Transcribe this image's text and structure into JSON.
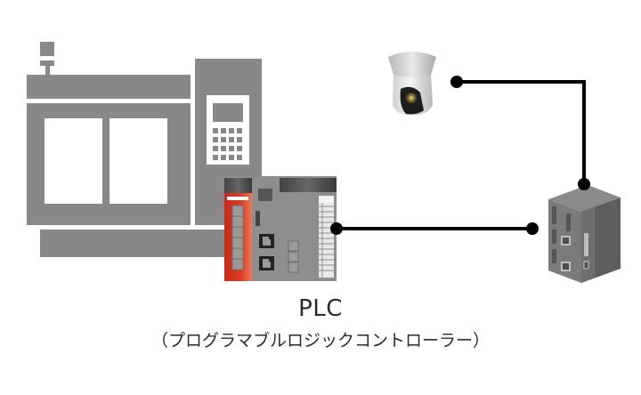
{
  "diagram": {
    "title": "PLC",
    "subtitle": "（プログラマブルロジックコントローラー）",
    "nodes": [
      {
        "id": "machine",
        "name": "Industrial machine (machine tool)"
      },
      {
        "id": "plc",
        "name": "PLC"
      },
      {
        "id": "camera",
        "name": "Network camera"
      },
      {
        "id": "controller",
        "name": "Industrial computer / controller"
      }
    ],
    "edges": [
      {
        "from": "plc",
        "to": "controller"
      },
      {
        "from": "camera",
        "to": "controller"
      }
    ],
    "colors": {
      "machine_gray": "#888888",
      "plc_red": "#d9341f",
      "plc_gray": "#8e8e8e",
      "line": "#000000",
      "text": "#2b2b2b"
    }
  }
}
